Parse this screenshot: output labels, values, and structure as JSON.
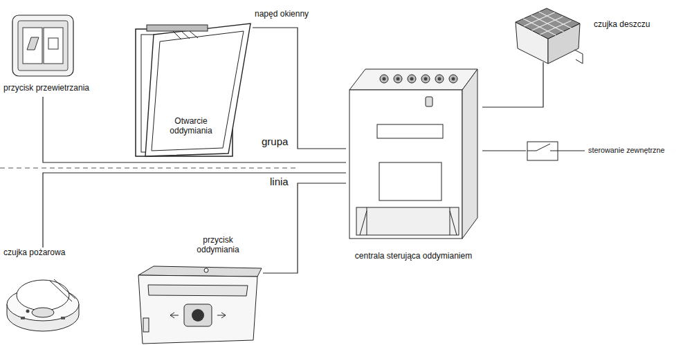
{
  "diagram": {
    "nodes": [
      {
        "text": [
          "przycisk przewietrzania"
        ]
      },
      {
        "text": [
          "Otwarcie oddymiania"
        ]
      },
      {
        "text": [
          "czujka deszczu"
        ]
      },
      {
        "text": [
          "centrala sterująca oddymianiem"
        ]
      },
      {
        "text": [
          "sterowanie zewnętrzne"
        ]
      },
      {
        "text": [
          "czujka pożarowa"
        ]
      },
      {
        "text": [
          "przycisk oddymiania"
        ]
      }
    ],
    "edges": [
      {
        "from": 0,
        "to": 3,
        "arrow": "none"
      },
      {
        "from": 1,
        "to": 3,
        "label": "napęd okienny",
        "arrow": "none"
      },
      {
        "from": 2,
        "to": 3,
        "arrow": "none"
      },
      {
        "from": 3,
        "to": 4,
        "arrow": "none"
      },
      {
        "from": 5,
        "to": 3,
        "arrow": "none"
      },
      {
        "from": 6,
        "to": 3,
        "arrow": "none"
      }
    ],
    "labels": [
      "grupa",
      "linia"
    ]
  }
}
